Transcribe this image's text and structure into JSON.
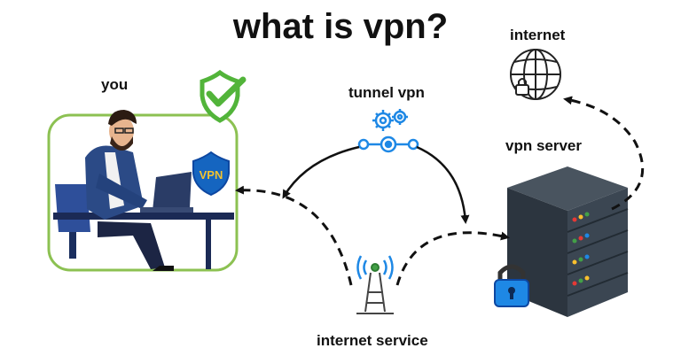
{
  "title": "what is vpn?",
  "labels": {
    "you": "you",
    "tunnel": "tunnel vpn",
    "internet": "internet",
    "server": "vpn server",
    "isp": "internet service"
  },
  "badge_text": "VPN",
  "colors": {
    "green": "#8cc152",
    "check_green": "#52b43a",
    "blue": "#1565c0",
    "gear_blue": "#1e88e5",
    "server_dark": "#2f3a45",
    "lock_blue": "#1e88e5"
  },
  "icons": [
    "check-shield-icon",
    "vpn-shield-icon",
    "gears-icon",
    "globe-icon",
    "padlock-icon",
    "antenna-icon"
  ]
}
